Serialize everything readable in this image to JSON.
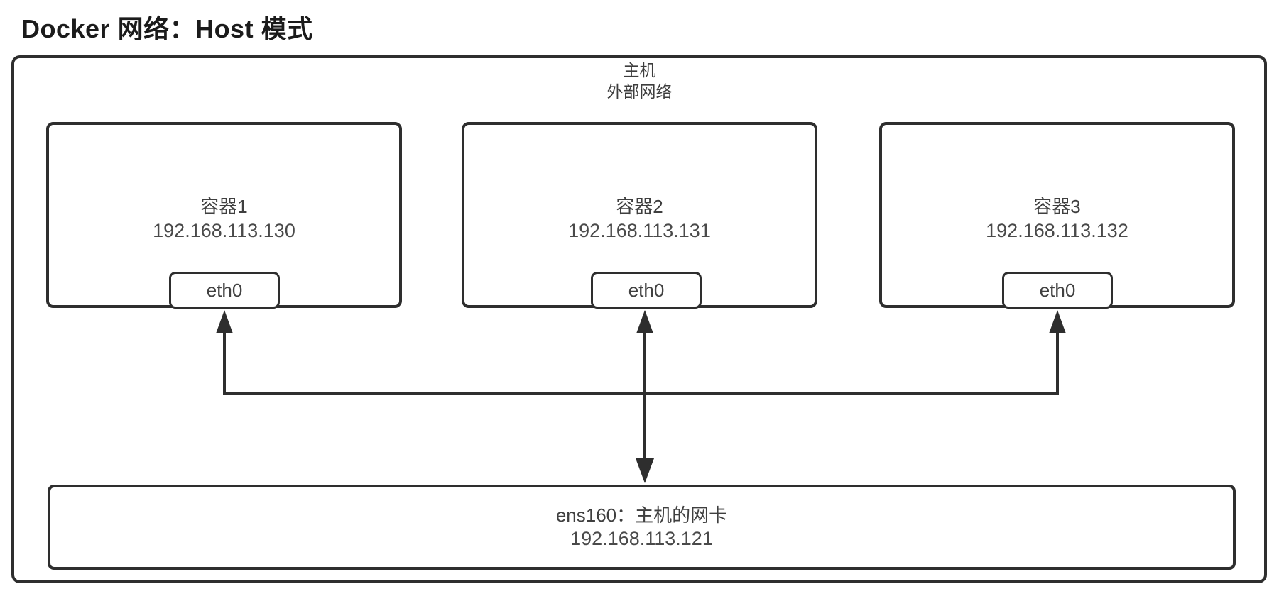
{
  "title": "Docker 网络：Host 模式",
  "host": {
    "label_line1": "主机",
    "label_line2": "外部网络"
  },
  "containers": [
    {
      "name": "容器1",
      "ip": "192.168.113.130",
      "interface": "eth0"
    },
    {
      "name": "容器2",
      "ip": "192.168.113.131",
      "interface": "eth0"
    },
    {
      "name": "容器3",
      "ip": "192.168.113.132",
      "interface": "eth0"
    }
  ],
  "host_nic": {
    "label": "ens160：主机的网卡",
    "ip": "192.168.113.121"
  },
  "colors": {
    "stroke": "#2e2e2e",
    "text": "#3f3f3f",
    "title": "#1b1b1b",
    "background": "#ffffff"
  }
}
